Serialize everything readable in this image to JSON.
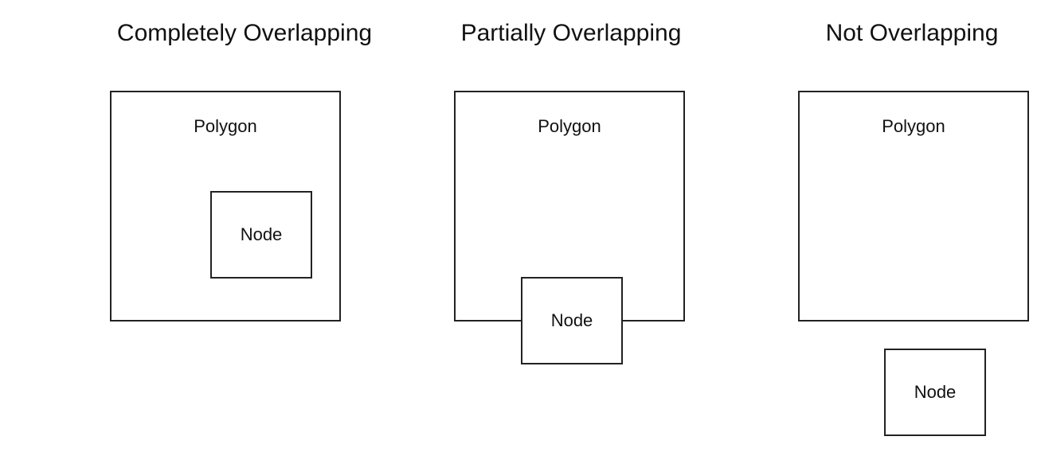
{
  "panels": [
    {
      "title": "Completely Overlapping",
      "polygon_label": "Polygon",
      "node_label": "Node"
    },
    {
      "title": "Partially Overlapping",
      "polygon_label": "Polygon",
      "node_label": "Node"
    },
    {
      "title": "Not Overlapping",
      "polygon_label": "Polygon",
      "node_label": "Node"
    }
  ]
}
